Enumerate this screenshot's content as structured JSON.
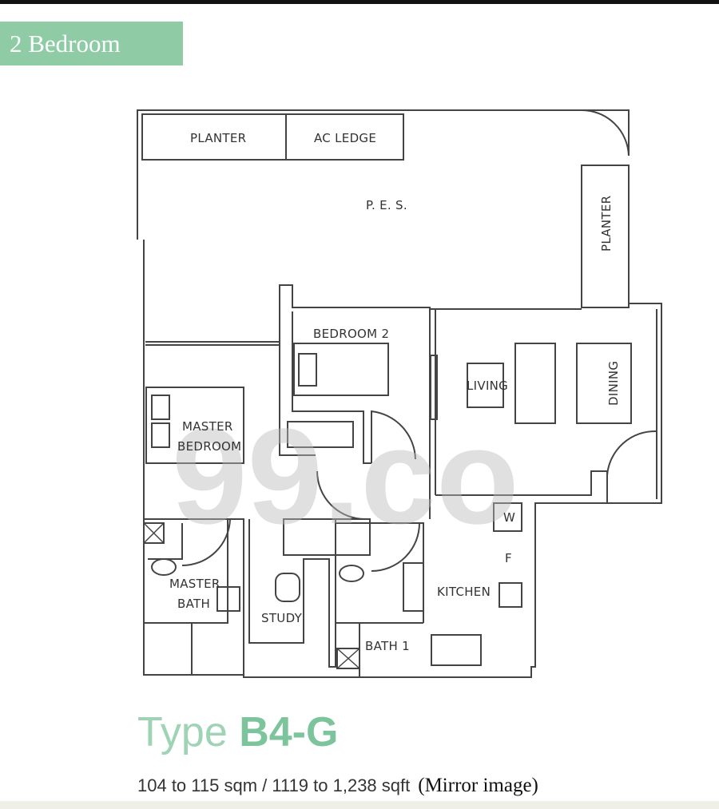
{
  "header": {
    "category_label": "2 Bedroom"
  },
  "watermark": "99.co",
  "rooms": {
    "planter_top": "PLANTER",
    "ac_ledge": "AC LEDGE",
    "pes": "P. E. S.",
    "planter_right": "PLANTER",
    "bedroom2": "BEDROOM 2",
    "living": "LIVING",
    "dining": "DINING",
    "master_bedroom_1": "MASTER",
    "master_bedroom_2": "BEDROOM",
    "master_bath_1": "MASTER",
    "master_bath_2": "BATH",
    "study": "STUDY",
    "kitchen": "KITCHEN",
    "bath1": "BATH 1",
    "washer": "W",
    "fridge": "F"
  },
  "unit": {
    "type_prefix": "Type",
    "type_code": "B4-G",
    "area": "104 to 115 sqm / 1119 to 1,238 sqft",
    "note": "(Mirror image)"
  },
  "colors": {
    "accent": "#8fcca6"
  }
}
